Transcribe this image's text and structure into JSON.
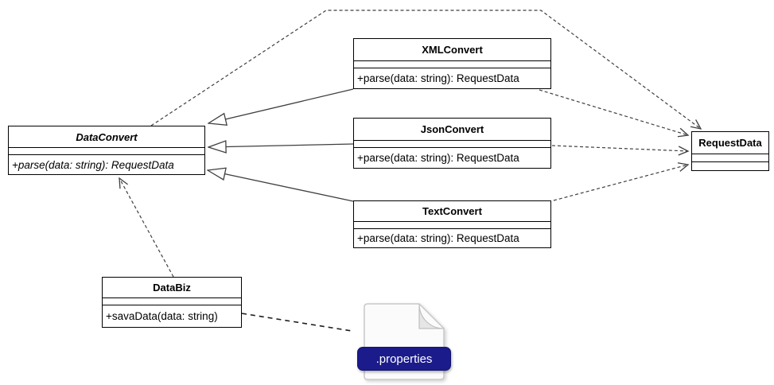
{
  "diagram_type": "uml-class-diagram",
  "classes": {
    "dataconvert": {
      "name": "DataConvert",
      "abstract": true,
      "method": "+parse(data: string): RequestData"
    },
    "xmlconvert": {
      "name": "XMLConvert",
      "method": "+parse(data: string): RequestData"
    },
    "jsonconvert": {
      "name": "JsonConvert",
      "method": "+parse(data: string): RequestData"
    },
    "textconvert": {
      "name": "TextConvert",
      "method": "+parse(data: string): RequestData"
    },
    "requestdata": {
      "name": "RequestData"
    },
    "databiz": {
      "name": "DataBiz",
      "method": "+savaData(data: string)"
    }
  },
  "artifact": {
    "label": ".properties",
    "badge_color": "#1b1b8c",
    "page_color": "#fbfbfb"
  },
  "relationships": [
    {
      "from": "XMLConvert",
      "to": "DataConvert",
      "type": "generalization",
      "line": "solid",
      "arrow": "hollow-triangle"
    },
    {
      "from": "JsonConvert",
      "to": "DataConvert",
      "type": "generalization",
      "line": "solid",
      "arrow": "hollow-triangle"
    },
    {
      "from": "TextConvert",
      "to": "DataConvert",
      "type": "generalization",
      "line": "solid",
      "arrow": "hollow-triangle"
    },
    {
      "from": "DataConvert",
      "to": "RequestData",
      "type": "dependency",
      "line": "dashed",
      "arrow": "open"
    },
    {
      "from": "XMLConvert",
      "to": "RequestData",
      "type": "dependency",
      "line": "dashed",
      "arrow": "open"
    },
    {
      "from": "JsonConvert",
      "to": "RequestData",
      "type": "dependency",
      "line": "dashed",
      "arrow": "open"
    },
    {
      "from": "TextConvert",
      "to": "RequestData",
      "type": "dependency",
      "line": "dashed",
      "arrow": "open"
    },
    {
      "from": "DataBiz",
      "to": "DataConvert",
      "type": "dependency",
      "line": "dashed",
      "arrow": "open"
    },
    {
      "from": "DataBiz",
      "to": ".properties",
      "type": "link",
      "line": "dashed",
      "arrow": "none"
    }
  ],
  "colors": {
    "edge_stroke": "#3f3f3f",
    "box_border": "#000000",
    "background": "#ffffff"
  }
}
